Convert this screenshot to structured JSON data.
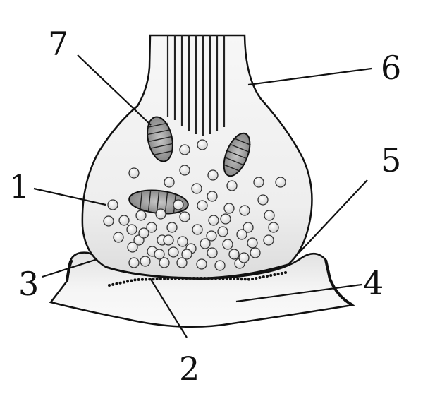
{
  "labels": {
    "l1": "1",
    "l2": "2",
    "l3": "3",
    "l4": "4",
    "l5": "5",
    "l6": "6",
    "l7": "7"
  },
  "colors": {
    "line": "#111111",
    "fill_light": "#f2f2f2",
    "fill_shadow": "#d9d9d9",
    "vesicle": "#e6e6e6",
    "mito": "#9a9a9a"
  }
}
